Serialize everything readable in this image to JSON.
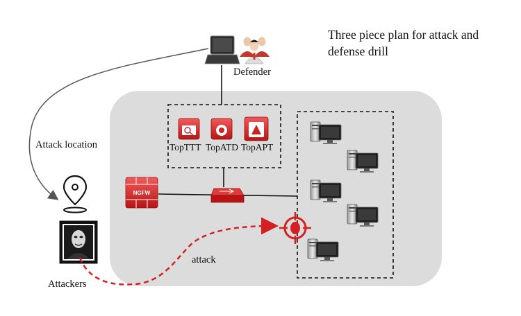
{
  "title": "Three piece plan for attack and defense drill",
  "labels": {
    "defender": "Defender",
    "attack_location": "Attack location",
    "attackers": "Attackers",
    "attack": "attack"
  },
  "products": [
    {
      "name": "TopTTT"
    },
    {
      "name": "TopATD"
    },
    {
      "name": "TopAPT"
    }
  ],
  "firewall_label": "NGFW",
  "colors": {
    "accent_red": "#d42020",
    "zone_gray": "#dcdcdc",
    "line": "#111111"
  }
}
